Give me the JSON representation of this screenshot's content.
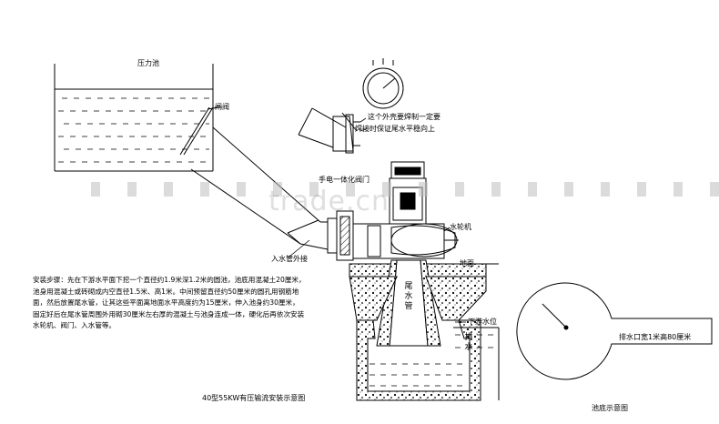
{
  "labels": {
    "pressure_tank": "压力池",
    "gate": "闸阀",
    "cutaway_note_line1": "这个外壳要焊制一定要",
    "cutaway_note_line2": "焊接时保证尾水平稳向上",
    "unit_valve": "手电一体化阀门",
    "intake_pipe": "入水管外接",
    "turbine": "水轮机",
    "ground": "地面",
    "tail_pipe": "尾水管",
    "downstream_level": "下游水位",
    "outlet_label": "排水",
    "drain_note": "排水口宽1米高80厘米",
    "main_caption": "40型55KW有压输流安装示意图",
    "pool_caption": "池底示意图"
  },
  "instructions": "安装步骤：先在下游水平面下挖一个直径约1.9米深1.2米的圆池，池底用混凝土20厘米，池身用混凝土或砖砌成内空直径1.5米、高1米。中间预留直径约50厘米的圆孔用钢筋地面，然后放置尾水管，让其这些平面离地面水平高度约为15厘米，伸入池身约30厘米，固定好后在尾水管周围外用砌30厘米左右厚的混凝土与池身连成一体，硬化后再依次安装水轮机、阀门、入水管等。",
  "watermark": "trade.cn"
}
